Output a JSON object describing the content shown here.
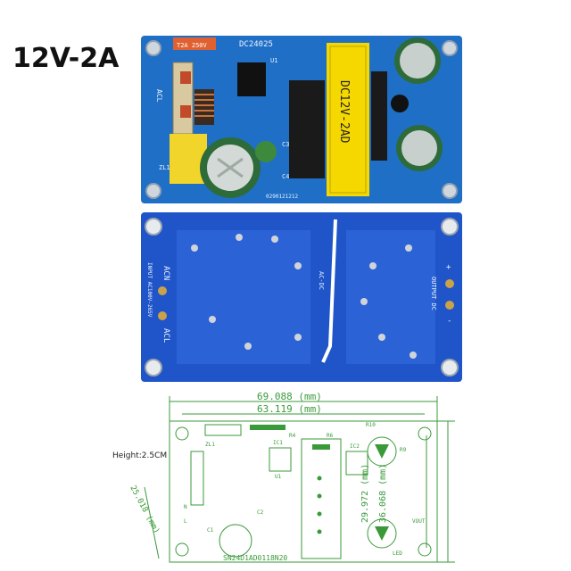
{
  "title": "12V-2A",
  "top_board": {
    "model_label": "DC24025",
    "transformer_label": "DC12V-2AD",
    "fuse_label": "T2A 250V",
    "acl_label": "ACL",
    "zl1_label": "ZL1",
    "u1_label": "U1",
    "c3_label": "C3",
    "c4_label": "C4",
    "serial_label": "0290121212"
  },
  "bottom_board": {
    "acn_label": "ACN",
    "acl_label": "ACL",
    "input_label": "INPUT AC100V-265V",
    "acdc_label": "AC-DC",
    "output_label": "OUTPUT DC",
    "plus_label": "+",
    "minus_label": "-"
  },
  "diagram": {
    "height_label": "Height:2.5CM",
    "dim_top_outer": "69.088 (mm)",
    "dim_top_inner": "63.119 (mm)",
    "dim_right_inner": "29.972 (mm)",
    "dim_right_outer": "36.068 (mm)",
    "dim_diag": "25.018 (mm)",
    "bottom_text": "SN24D1AD0118N20",
    "labels": {
      "zl1": "ZL1",
      "ic1": "IC1",
      "ic2": "IC2",
      "r4": "R4",
      "r6": "R6",
      "r10": "R10",
      "r9": "R9",
      "c1": "C1",
      "c2": "C2",
      "u1": "U1",
      "n": "N",
      "l": "L",
      "led": "LED",
      "vout": "VOUT"
    }
  },
  "colors": {
    "board_top": "#1f6fc6",
    "board_bottom": "#1f55c8",
    "diagram_green": "#3a9a3a",
    "transformer": "#f5d800",
    "capacitor": "#2e6b3a"
  }
}
